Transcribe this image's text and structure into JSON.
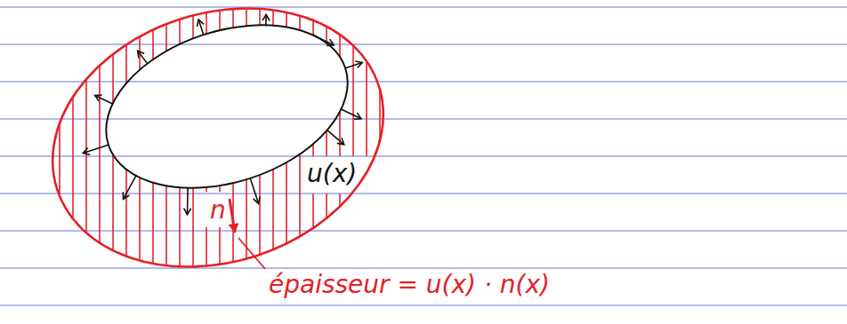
{
  "diagram": {
    "labels": [
      "u(x)",
      "n",
      "épaisseur = u(x) · n(x)"
    ]
  }
}
